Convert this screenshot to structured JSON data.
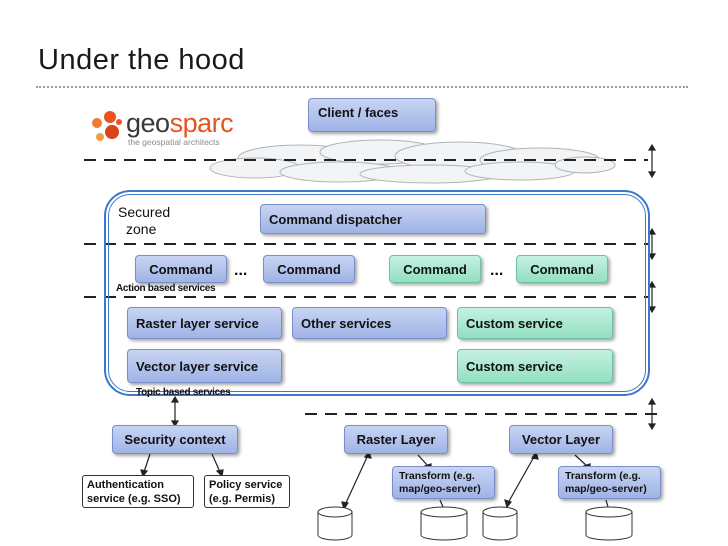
{
  "slide": {
    "title": "Under the hood"
  },
  "logo": {
    "word_part1": "geo",
    "word_part2": "sparc",
    "tagline": "the geospatial architects",
    "colors": {
      "orange": "#e8531f",
      "gray": "#3a3a3a"
    }
  },
  "diagram": {
    "client": "Client / faces",
    "secured_zone_line1": "Secured",
    "secured_zone_line2": "zone",
    "command_dispatcher": "Command dispatcher",
    "commands": [
      "Command",
      "Command",
      "Command",
      "Command"
    ],
    "ellipsis": "...",
    "action_label": "Action based services",
    "raster_layer_service": "Raster layer service",
    "other_services": "Other services",
    "custom_service_1": "Custom service",
    "vector_layer_service": "Vector layer service",
    "custom_service_2": "Custom service",
    "topic_label": "Topic based services",
    "security_context": "Security context",
    "raster_layer": "Raster Layer",
    "vector_layer": "Vector Layer",
    "auth_line1": "Authentication",
    "auth_line2": "service (e.g. SSO)",
    "policy_line1": "Policy service",
    "policy_line2": "(e.g. Permis)",
    "transform1_line1": "Transform (e.g.",
    "transform1_line2": "map/geo-server)",
    "transform2_line1": "Transform (e.g.",
    "transform2_line2": "map/geo-server)",
    "colors": {
      "blue_box": "#9fb3e6",
      "green_box": "#93dfc2",
      "zone_border": "#3b78c8"
    }
  }
}
